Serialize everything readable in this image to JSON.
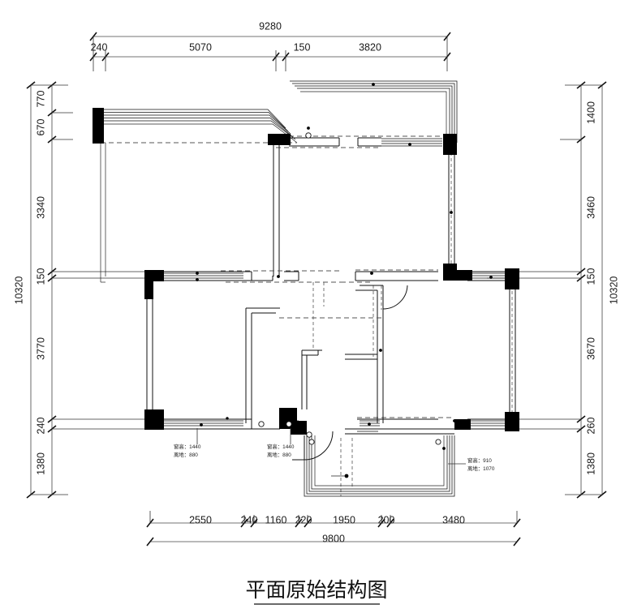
{
  "drawing": {
    "title": "平面原始结构图",
    "title_en_hint": "original-floor-plan-structure"
  },
  "dimensions": {
    "top_overall": {
      "label": "9280",
      "name": "top-overall-dimension"
    },
    "top_chain": [
      {
        "label": "240"
      },
      {
        "label": "5070"
      },
      {
        "label": "150"
      },
      {
        "label": "3820"
      }
    ],
    "bottom_overall": {
      "label": "9800",
      "name": "bottom-overall-dimension"
    },
    "bottom_chain": [
      {
        "label": "2550"
      },
      {
        "label": "240"
      },
      {
        "label": "1160"
      },
      {
        "label": "220"
      },
      {
        "label": "1950"
      },
      {
        "label": "200"
      },
      {
        "label": "3480"
      }
    ],
    "left_overall": {
      "label": "10320",
      "name": "left-overall-dimension"
    },
    "left_chain": [
      {
        "label": "770"
      },
      {
        "label": "670"
      },
      {
        "label": "3340"
      },
      {
        "label": "150"
      },
      {
        "label": "3770"
      },
      {
        "label": "240"
      },
      {
        "label": "1380"
      }
    ],
    "right_overall": {
      "label": "10320",
      "name": "right-overall-dimension"
    },
    "right_chain": [
      {
        "label": "1400"
      },
      {
        "label": "3460"
      },
      {
        "label": "150"
      },
      {
        "label": "3670"
      },
      {
        "label": "260"
      },
      {
        "label": "1380"
      }
    ]
  },
  "annotations": [
    {
      "name": "window-note-left",
      "line1": "窗高：1440",
      "line2": "离地：880"
    },
    {
      "name": "window-note-center",
      "line1": "窗高：1440",
      "line2": "离地：880"
    },
    {
      "name": "window-note-right",
      "line1": "窗高：910",
      "line2": "离地：1070"
    }
  ],
  "colors": {
    "ink": "#111111",
    "column_fill": "#000000",
    "dimension_line": "#444444",
    "hidden_line": "#555555",
    "paper": "#ffffff"
  }
}
